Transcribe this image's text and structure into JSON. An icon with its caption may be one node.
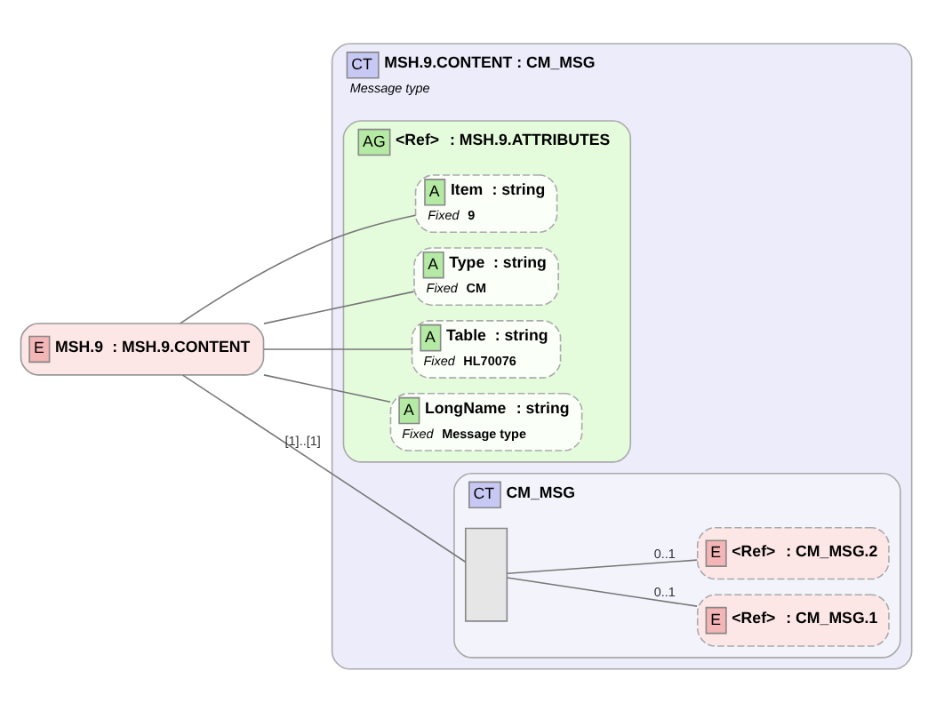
{
  "diagram": {
    "nodes": [
      {
        "text": [
          "E",
          "MSH.9",
          ": MSH.9.CONTENT"
        ]
      },
      {
        "text": [
          "CT",
          "MSH.9.CONTENT : CM_MSG",
          "Message type"
        ]
      },
      {
        "text": [
          "AG",
          "<Ref>",
          ": MSH.9.ATTRIBUTES"
        ],
        "in": 1
      },
      {
        "text": [
          "A",
          "Item",
          ": string",
          "Fixed",
          "9"
        ],
        "in": 2
      },
      {
        "text": [
          "A",
          "Type",
          ": string",
          "Fixed",
          "CM"
        ],
        "in": 2
      },
      {
        "text": [
          "A",
          "Table",
          ": string",
          "Fixed",
          "HL70076"
        ],
        "in": 2
      },
      {
        "text": [
          "A",
          "LongName",
          ": string",
          "Fixed",
          "Message type"
        ],
        "in": 2
      },
      {
        "text": [
          "CT",
          "CM_MSG"
        ],
        "in": 1
      },
      {
        "text": [],
        "shape": "box",
        "in": 7
      },
      {
        "text": [
          "E",
          "<Ref>",
          ": CM_MSG.1"
        ],
        "in": 7
      },
      {
        "text": [
          "E",
          "<Ref>",
          ": CM_MSG.2"
        ],
        "in": 7
      }
    ],
    "edges": [
      {
        "from": 0,
        "to": 3,
        "arrow": "none"
      },
      {
        "from": 0,
        "to": 4,
        "arrow": "none"
      },
      {
        "from": 0,
        "to": 5,
        "arrow": "none"
      },
      {
        "from": 0,
        "to": 6,
        "arrow": "none"
      },
      {
        "from": 0,
        "to": 8,
        "arrow": "none",
        "label": "[1]..[1]"
      },
      {
        "from": 8,
        "to": 9,
        "arrow": "none",
        "label": "0..1"
      },
      {
        "from": 8,
        "to": 10,
        "arrow": "none",
        "label": "0..1"
      }
    ]
  }
}
